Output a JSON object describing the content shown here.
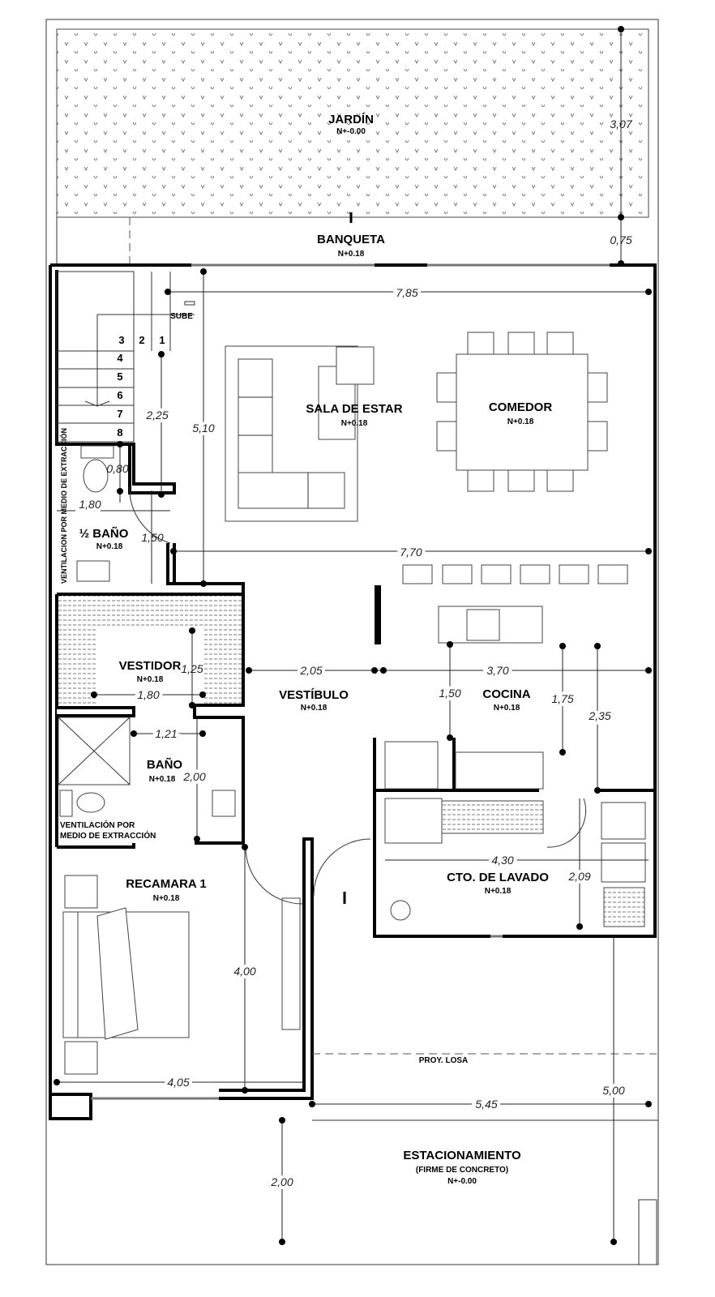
{
  "rooms": {
    "jardin": {
      "name": "JARDÍN",
      "level": "N+-0.00"
    },
    "banqueta": {
      "name": "BANQUETA",
      "level": "N+0.18"
    },
    "sala": {
      "name": "SALA DE ESTAR",
      "level": "N+0.18"
    },
    "comedor": {
      "name": "COMEDOR",
      "level": "N+0.18"
    },
    "medio_bano": {
      "name": "½ BAÑO",
      "level": "N+0.18",
      "note": "VENTILACION POR MEDIO DE EXTRACCIÓN"
    },
    "vestidor": {
      "name": "VESTIDOR",
      "level": "N+0.18"
    },
    "vestibulo": {
      "name": "VESTÍBULO",
      "level": "N+0.18"
    },
    "cocina": {
      "name": "COCINA",
      "level": "N+0.18"
    },
    "bano": {
      "name": "BAÑO",
      "level": "N+0.18",
      "note1": "VENTILACIÓN POR",
      "note2": "MEDIO DE EXTRACCIÓN"
    },
    "recamara": {
      "name": "RECAMARA 1",
      "level": "N+0.18"
    },
    "lavado": {
      "name": "CTO. DE LAVADO",
      "level": "N+0.18"
    },
    "estacionamiento": {
      "name": "ESTACIONAMIENTO",
      "sub": "(FIRME DE CONCRETO)",
      "level": "N+-0.00"
    }
  },
  "stairs": {
    "label": "SUBE",
    "steps": [
      "1",
      "2",
      "3",
      "4",
      "5",
      "6",
      "7",
      "8"
    ]
  },
  "annotations": {
    "proy_losa": "PROY. LOSA"
  },
  "dimensions": {
    "jardin_depth": "3,07",
    "banqueta": "0,75",
    "width_top": "7,85",
    "height_sala": "5,10",
    "stair_run": "2,25",
    "mb_0": "0,80",
    "mb_1": "1,80",
    "mb_2": "1,50",
    "width_mid": "7,70",
    "vest_h": "1,25",
    "vest_w": "1,80",
    "vestibulo_w": "2,05",
    "cocina_w": "3,70",
    "cocina_150": "1,50",
    "cocina_175": "1,75",
    "cocina_235": "2,35",
    "bano_w": "1,21",
    "bano_h": "2,00",
    "lav_w": "4,30",
    "lav_h": "2,09",
    "rec_h": "4,00",
    "rec_w": "4,05",
    "est_w": "5,45",
    "est_h": "5,00",
    "est_d": "2,00"
  }
}
